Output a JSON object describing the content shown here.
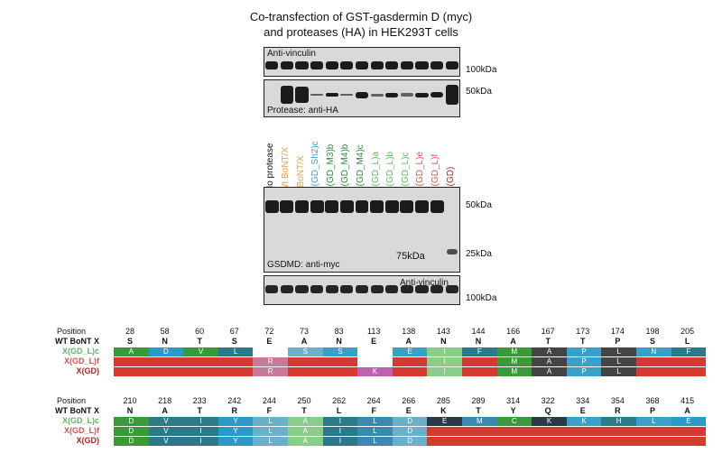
{
  "title": {
    "line1": "Co-transfection of GST-gasdermin D (myc)",
    "line2": "and proteases (HA) in HEK293T cells"
  },
  "blots": {
    "vinculin_top_label": "Anti-vinculin",
    "vinculin_top_mw": "100kDa",
    "ha_label": "Protease: anti-HA",
    "ha_mw": "50kDa",
    "myc_label": "GSDMD: anti-myc",
    "myc_mw_50": "50kDa",
    "myc_mw_25": "25kDa",
    "myc_mw_75": "75kDa",
    "vinculin_bottom_label": "Anti-vinculin",
    "vinculin_bottom_mw": "100kDa"
  },
  "lanes": [
    {
      "label": "No protease",
      "color": "#111111"
    },
    {
      "label": "Wt BoNT/X",
      "color": "#e0a040"
    },
    {
      "label": "dBoNT/X",
      "color": "#e0a040"
    },
    {
      "label": "X(GD_Sh2)c",
      "color": "#3aa0c8"
    },
    {
      "label": "X(GD_M3)b",
      "color": "#2e8b3a"
    },
    {
      "label": "X(GD_M4)b",
      "color": "#2e8b3a"
    },
    {
      "label": "X(GD_M4)c",
      "color": "#2e8b3a"
    },
    {
      "label": "X(GD_L)a",
      "color": "#5cb85c"
    },
    {
      "label": "X(GD_L)b",
      "color": "#5cb85c"
    },
    {
      "label": "X(GD_L)c",
      "color": "#5cb85c"
    },
    {
      "label": "X(GD_L)e",
      "color": "#d9534f"
    },
    {
      "label": "X(GD_L)f",
      "color": "#d9534f"
    },
    {
      "label": "X(GD)",
      "color": "#b22222"
    }
  ],
  "alignment": {
    "position_header": "Position",
    "wt_header": "WT BoNT X",
    "row_names": [
      {
        "label": "X(GD_L)c",
        "color": "#5cb85c"
      },
      {
        "label": "X(GD_L)f",
        "color": "#d9534f"
      },
      {
        "label": "X(GD)",
        "color": "#b22222"
      }
    ],
    "block1": {
      "positions": [
        "28",
        "58",
        "60",
        "67",
        "72",
        "73",
        "83",
        "113",
        "138",
        "143",
        "144",
        "166",
        "167",
        "173",
        "174",
        "198",
        "205"
      ],
      "wt": [
        "S",
        "N",
        "T",
        "S",
        "E",
        "A",
        "N",
        "E",
        "A",
        "N",
        "N",
        "A",
        "T",
        "T",
        "P",
        "S",
        "L"
      ],
      "rows": [
        {
          "aa": [
            "A",
            "D",
            "V",
            "L",
            "",
            "S",
            "S",
            "",
            "E",
            "I",
            "F",
            "M",
            "A",
            "P",
            "L",
            "N",
            "F"
          ],
          "colors": [
            "#3a9a3a",
            "#2a9ac8",
            "#3a9a3a",
            "#2a7a8a",
            "#fff",
            "#6ab0c8",
            "#3aa0c8",
            "#fff",
            "#3aa0c8",
            "#8acc8a",
            "#2a7a8a",
            "#3a9a3a",
            "#444444",
            "#3aa0c8",
            "#444444",
            "#3aa0c8",
            "#2a7a8a"
          ]
        },
        {
          "aa": [
            "",
            "",
            "",
            "",
            "R",
            "",
            "",
            "",
            "",
            "I",
            "",
            "M",
            "A",
            "P",
            "L",
            "",
            ""
          ],
          "colors": [
            "#d43a2f",
            "#d43a2f",
            "#d43a2f",
            "#d43a2f",
            "#c87a9a",
            "#d43a2f",
            "#d43a2f",
            "#fff",
            "#d43a2f",
            "#8acc8a",
            "#d43a2f",
            "#3a9a3a",
            "#444444",
            "#3aa0c8",
            "#444444",
            "#d43a2f",
            "#d43a2f"
          ]
        },
        {
          "aa": [
            "",
            "",
            "",
            "",
            "R",
            "",
            "",
            "K",
            "",
            "I",
            "",
            "M",
            "A",
            "P",
            "L",
            "",
            ""
          ],
          "colors": [
            "#d43a2f",
            "#d43a2f",
            "#d43a2f",
            "#d43a2f",
            "#c87a9a",
            "#d43a2f",
            "#d43a2f",
            "#c060b0",
            "#d43a2f",
            "#8acc8a",
            "#d43a2f",
            "#3a9a3a",
            "#444444",
            "#3aa0c8",
            "#444444",
            "#d43a2f",
            "#d43a2f"
          ]
        }
      ]
    },
    "block2": {
      "positions": [
        "210",
        "218",
        "233",
        "242",
        "244",
        "250",
        "262",
        "264",
        "266",
        "285",
        "289",
        "314",
        "322",
        "334",
        "354",
        "368",
        "415"
      ],
      "wt": [
        "N",
        "A",
        "T",
        "R",
        "F",
        "T",
        "L",
        "F",
        "E",
        "K",
        "T",
        "Y",
        "Q",
        "E",
        "R",
        "P",
        "A"
      ],
      "rows": [
        {
          "aa": [
            "D",
            "V",
            "I",
            "Y",
            "L",
            "A",
            "I",
            "L",
            "D",
            "E",
            "M",
            "C",
            "K",
            "K",
            "H",
            "L",
            "E"
          ],
          "colors": [
            "#3a9a3a",
            "#2a7a8a",
            "#2a7a8a",
            "#2a9ac8",
            "#6ab0c8",
            "#8acc8a",
            "#2a7a8a",
            "#3a8ab0",
            "#6ab0c8",
            "#2a3a4a",
            "#3a8ab0",
            "#3a9a3a",
            "#2a3a4a",
            "#3aa0c8",
            "#2a7a8a",
            "#3aa0c8",
            "#2a9ac8"
          ]
        },
        {
          "aa": [
            "D",
            "V",
            "I",
            "Y",
            "L",
            "A",
            "I",
            "L",
            "D",
            "",
            "",
            "",
            "",
            "",
            "",
            "",
            ""
          ],
          "colors": [
            "#3a9a3a",
            "#2a7a8a",
            "#2a7a8a",
            "#2a9ac8",
            "#6ab0c8",
            "#8acc8a",
            "#2a7a8a",
            "#3a8ab0",
            "#6ab0c8",
            "#d43a2f",
            "#d43a2f",
            "#d43a2f",
            "#d43a2f",
            "#d43a2f",
            "#d43a2f",
            "#d43a2f",
            "#d43a2f"
          ]
        },
        {
          "aa": [
            "D",
            "V",
            "I",
            "Y",
            "L",
            "A",
            "I",
            "L",
            "D",
            "",
            "",
            "",
            "",
            "",
            "",
            "",
            ""
          ],
          "colors": [
            "#3a9a3a",
            "#2a7a8a",
            "#2a7a8a",
            "#2a9ac8",
            "#6ab0c8",
            "#8acc8a",
            "#2a7a8a",
            "#3a8ab0",
            "#6ab0c8",
            "#d43a2f",
            "#d43a2f",
            "#d43a2f",
            "#d43a2f",
            "#d43a2f",
            "#d43a2f",
            "#d43a2f",
            "#d43a2f"
          ]
        }
      ]
    }
  }
}
